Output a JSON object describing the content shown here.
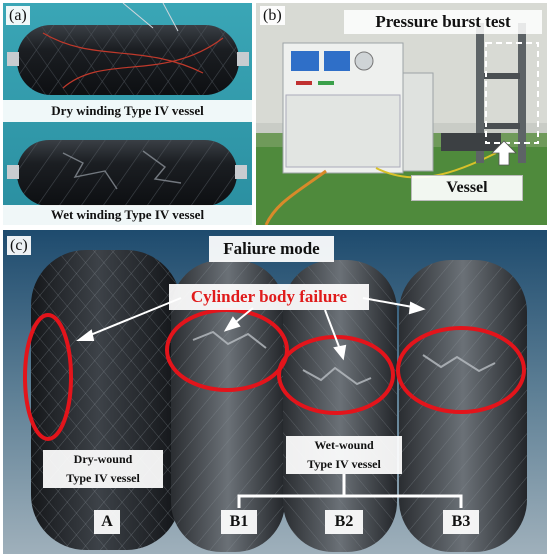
{
  "panels": {
    "a": {
      "tag": "(a)",
      "dry_caption": "Dry winding Type IV vessel",
      "wet_caption": "Wet winding Type IV vessel"
    },
    "b": {
      "tag": "(b)",
      "title": "Pressure burst test",
      "vessel_label": "Vessel"
    },
    "c": {
      "tag": "(c)",
      "title": "Faliure mode",
      "failure_label": "Cylinder body failure",
      "dry_label_line1": "Dry-wound",
      "dry_label_line2": "Type IV vessel",
      "wet_label_line1": "Wet-wound",
      "wet_label_line2": "Type IV vessel",
      "sample_labels": [
        "A",
        "B1",
        "B2",
        "B3"
      ]
    }
  },
  "colors": {
    "failure_text": "#e01b1b",
    "failure_ellipse": "#e3141b",
    "panel_a_bg": "#2f96a8",
    "arrow": "#ffffff"
  }
}
